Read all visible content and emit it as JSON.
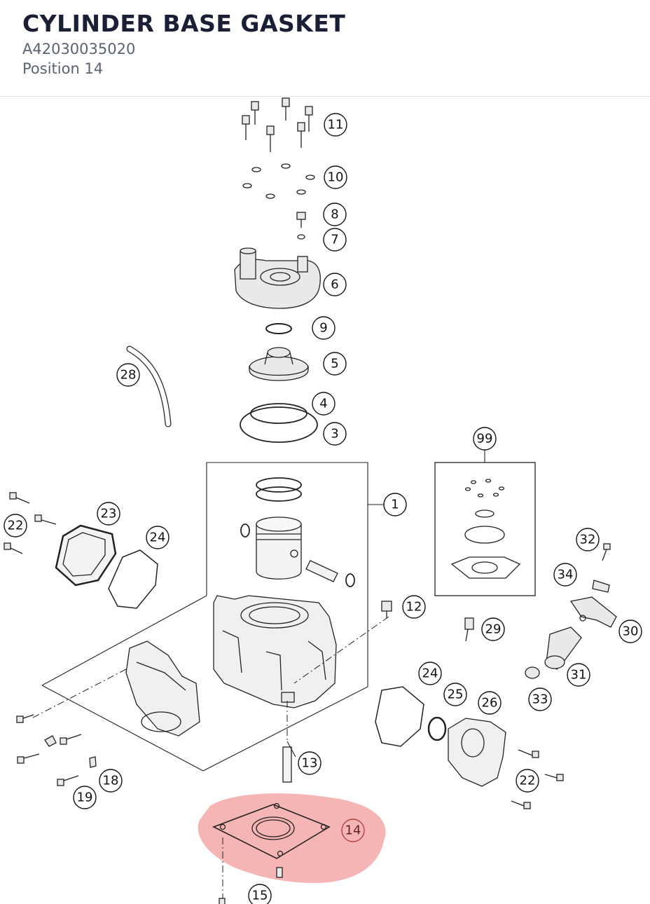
{
  "header": {
    "title": "CYLINDER BASE GASKET",
    "part_number": "A42030035020",
    "position": "Position 14"
  },
  "diagram": {
    "highlight_color": "#f4a3a3",
    "highlighted_position": "14",
    "callouts": [
      "11",
      "10",
      "8",
      "7",
      "6",
      "9",
      "5",
      "28",
      "4",
      "3",
      "99",
      "1",
      "23",
      "22",
      "24",
      "32",
      "34",
      "12",
      "29",
      "30",
      "31",
      "24",
      "25",
      "26",
      "33",
      "13",
      "22",
      "18",
      "19",
      "14",
      "15"
    ]
  }
}
